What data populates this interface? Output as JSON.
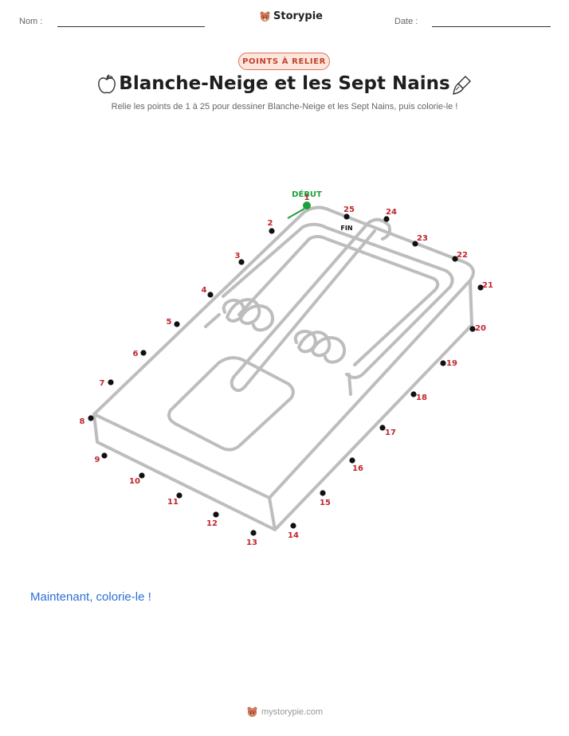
{
  "header": {
    "name_label": "Nom :",
    "date_label": "Date :",
    "brand": "Storypie"
  },
  "badge": "POINTS À RELIER",
  "title": "Blanche-Neige et les Sept Nains",
  "title_icons": [
    "apple-icon",
    "paintbrush-icon"
  ],
  "subtitle": "Relie les points de 1 à 25 pour dessiner Blanche-Neige et les Sept Nains, puis colorie-le !",
  "puzzle": {
    "start_label": "DÉBUT",
    "end_label": "FIN",
    "start_color": "#1e9e3e",
    "number_color": "#c0262c",
    "dots": [
      {
        "n": "1"
      },
      {
        "n": "2"
      },
      {
        "n": "3"
      },
      {
        "n": "4"
      },
      {
        "n": "5"
      },
      {
        "n": "6"
      },
      {
        "n": "7"
      },
      {
        "n": "8"
      },
      {
        "n": "9"
      },
      {
        "n": "10"
      },
      {
        "n": "11"
      },
      {
        "n": "12"
      },
      {
        "n": "13"
      },
      {
        "n": "14"
      },
      {
        "n": "15"
      },
      {
        "n": "16"
      },
      {
        "n": "17"
      },
      {
        "n": "18"
      },
      {
        "n": "19"
      },
      {
        "n": "20"
      },
      {
        "n": "21"
      },
      {
        "n": "22"
      },
      {
        "n": "23"
      },
      {
        "n": "24"
      },
      {
        "n": "25"
      }
    ]
  },
  "color_prompt": "Maintenant, colorie-le !",
  "footer": "mystorypie.com"
}
